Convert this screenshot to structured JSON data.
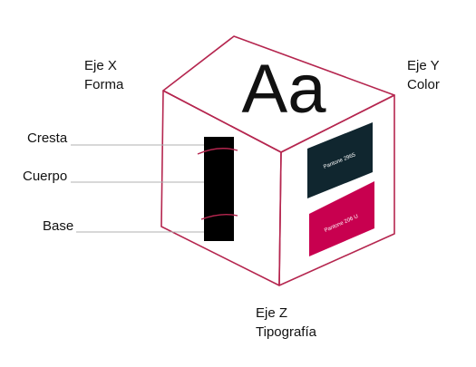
{
  "axes": {
    "x": {
      "line1": "Eje X",
      "line2": "Forma"
    },
    "y": {
      "line1": "Eje Y",
      "line2": "Color"
    },
    "z": {
      "line1": "Eje Z",
      "line2": "Tipografía"
    }
  },
  "specimen": "Aa",
  "glyph_parts": {
    "top": "Cresta",
    "middle": "Cuerpo",
    "bottom": "Base"
  },
  "swatches": [
    {
      "label": "Pantone 2965",
      "color": "#10262f",
      "text_color": "#ffffff"
    },
    {
      "label": "Pantone 206 U",
      "color": "#c8004f",
      "text_color": "#ffffff"
    }
  ],
  "colors": {
    "cube_outline": "#b5264f",
    "leader_line": "#b0b0b0",
    "bar": "#000000"
  }
}
